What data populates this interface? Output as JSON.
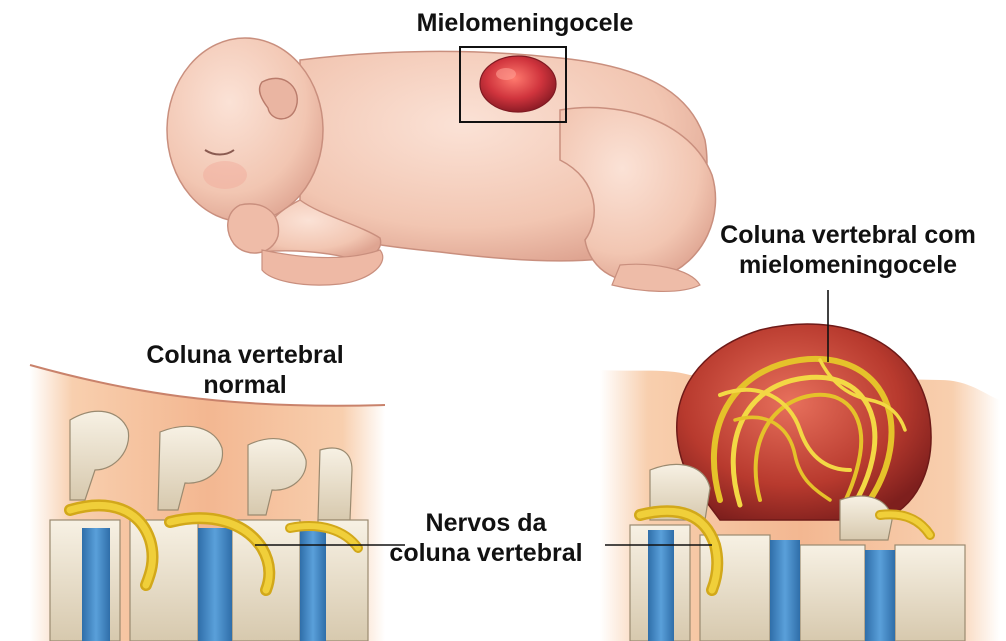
{
  "labels": {
    "myelomeningocele": "Mielomeningocele",
    "normal_spine_line1": "Coluna vertebral",
    "normal_spine_line2": "normal",
    "affected_spine_line1": "Coluna vertebral com",
    "affected_spine_line2": "mielomeningocele",
    "nerves_line1": "Nervos da",
    "nerves_line2": "coluna vertebral"
  },
  "colors": {
    "skin": "#f2c6b2",
    "skin_shadow": "#d99a88",
    "lesion": "#c8303c",
    "sac": "#b83a2e",
    "bone": "#ece3d2",
    "disc": "#3f86c6",
    "nerve": "#e8c62c",
    "tissue": "#f6c39e"
  }
}
